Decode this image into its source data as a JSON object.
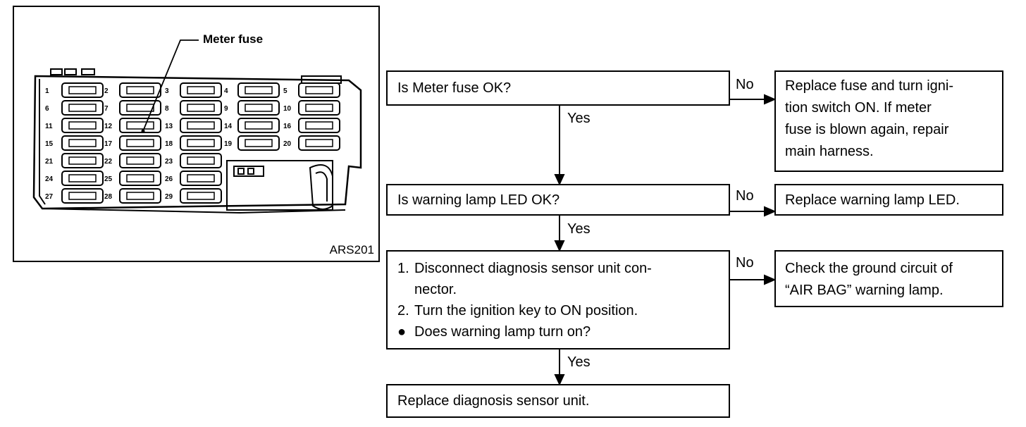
{
  "figure": {
    "callout_label": "Meter fuse",
    "code": "ARS201",
    "fuse_numbers": [
      "1",
      "2",
      "3",
      "4",
      "5",
      "6",
      "7",
      "8",
      "9",
      "10",
      "11",
      "12",
      "13",
      "14",
      "15",
      "16",
      "17",
      "18",
      "19",
      "20",
      "21",
      "22",
      "23",
      "24",
      "25",
      "26",
      "27",
      "28",
      "29"
    ]
  },
  "flow": {
    "q1": "Is Meter fuse OK?",
    "a1": [
      "Replace fuse and turn igni-",
      "tion switch ON. If meter",
      "fuse is blown again, repair",
      "main harness."
    ],
    "q2": "Is warning lamp LED OK?",
    "a2": "Replace warning lamp LED.",
    "q3_steps": [
      {
        "marker": "1.",
        "lines": [
          "Disconnect diagnosis sensor unit con-",
          "nector."
        ]
      },
      {
        "marker": "2.",
        "lines": [
          "Turn the ignition key to ON position."
        ]
      },
      {
        "marker": "●",
        "lines": [
          "Does warning lamp turn on?"
        ]
      }
    ],
    "a3": [
      "Check the ground circuit of",
      "“AIR BAG” warning lamp."
    ],
    "final": "Replace diagnosis sensor unit.",
    "yes_label": "Yes",
    "no_label": "No"
  }
}
